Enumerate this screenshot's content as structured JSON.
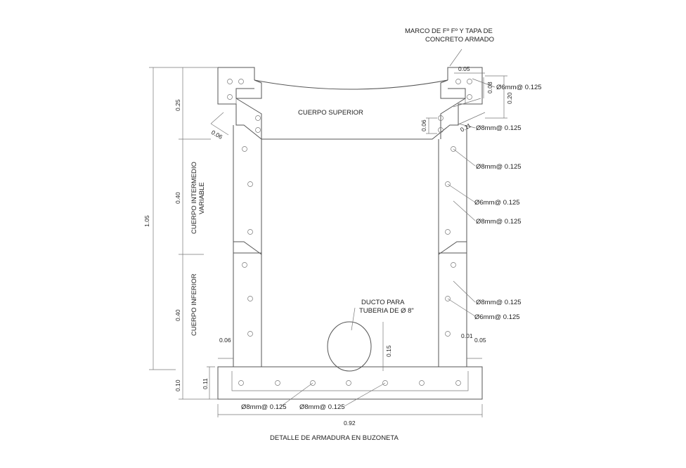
{
  "title": "DETALLE DE ARMADURA EN  BUZONETA",
  "labels": {
    "marco_line1": "MARCO DE Fº Fº Y TAPA DE",
    "marco_line2": "CONCRETO ARMADO",
    "cuerpo_superior": "CUERPO SUPERIOR",
    "cuerpo_intermedio_line1": "CUERPO INTERMEDIO",
    "cuerpo_intermedio_line2": "VARIABLE",
    "cuerpo_inferior": "CUERPO INFERIOR",
    "ducto_line1": "DUCTO PARA",
    "ducto_line2": "TUBERIA DE Ø 8\""
  },
  "dimensions": {
    "d025": "0.25",
    "d040a": "0.40",
    "d040b": "0.40",
    "d010": "0.10",
    "d105": "1.05",
    "d011": "0.11",
    "d092": "0.92",
    "d006_left_top": "0.06",
    "d006_left_bottom": "0.06",
    "d005_top": "0.05",
    "d008": "0.08",
    "d020": "0.20",
    "d006_right": "0.06",
    "d011_diag": "0.11",
    "d015": "0.15",
    "d001": "0.01",
    "d005_right": "0.05"
  },
  "rebar": {
    "r1": "Ø6mm@ 0.125",
    "r2": "Ø8mm@ 0.125",
    "r3": "Ø8mm@ 0.125",
    "r4": "Ø6mm@ 0.125",
    "r5": "Ø8mm@ 0.125",
    "r6": "Ø8mm@ 0.125",
    "r7": "Ø6mm@ 0.125",
    "b1": "Ø8mm@ 0.125",
    "b2": "Ø8mm@ 0.125"
  }
}
